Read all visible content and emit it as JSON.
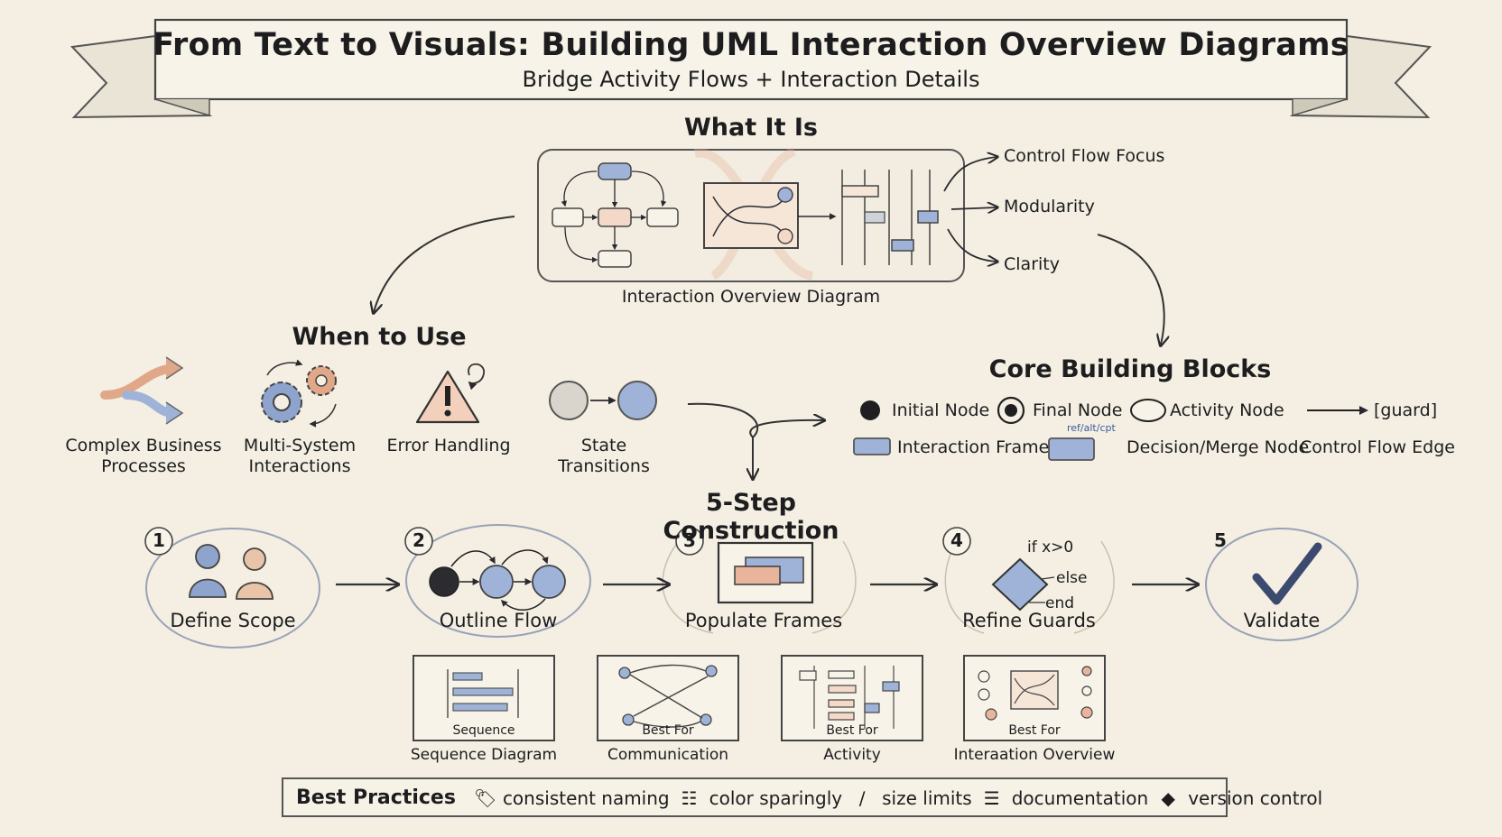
{
  "title": "From Text to Visuals: Building UML Interaction Overview Diagrams",
  "subtitle": "Bridge Activity Flows + Interaction Details",
  "what_it_is": {
    "heading": "What It Is",
    "caption": "Interaction Overview Diagram",
    "features": [
      "Control Flow Focus",
      "Modularity",
      "Clarity"
    ]
  },
  "when_to_use": {
    "heading": "When to Use",
    "items": [
      {
        "label_line1": "Complex Business",
        "label_line2": "Processes",
        "icon": "branching-arrows-icon"
      },
      {
        "label_line1": "Multi-System",
        "label_line2": "Interactions",
        "icon": "gears-icon"
      },
      {
        "label_line1": "Error Handling",
        "label_line2": "",
        "icon": "warning-icon"
      },
      {
        "label_line1": "State",
        "label_line2": "Transitions",
        "icon": "state-transition-icon"
      }
    ]
  },
  "core_blocks": {
    "heading": "Core Building Blocks",
    "initial_node": "Initial Node",
    "final_node": "Final Node",
    "activity_node": "Activity Node",
    "guard": "[guard]",
    "interaction_frame": "Interaction Frame",
    "frame_ops": "ref/alt/cpt",
    "decision_merge": "Decision/Merge Node",
    "control_flow_edge": "Control Flow Edge"
  },
  "construction": {
    "heading": "5-Step Construction",
    "steps": [
      {
        "num": "1",
        "label": "Define Scope"
      },
      {
        "num": "2",
        "label": "Outline Flow"
      },
      {
        "num": "3",
        "label": "Populate Frames"
      },
      {
        "num": "4",
        "label": "Refine Guards"
      },
      {
        "num": "5",
        "label": "Validate"
      }
    ],
    "guard_if": "if x>0",
    "guard_else": "else",
    "guard_end": "end"
  },
  "diagram_types": [
    {
      "inner": "Sequence",
      "caption": "Sequence Diagram"
    },
    {
      "inner": "Best For",
      "caption": "Communication"
    },
    {
      "inner": "Best For",
      "caption": "Activity"
    },
    {
      "inner": "Best For",
      "caption": "Interaation Overview"
    }
  ],
  "best_practices": {
    "heading": "Best Practices",
    "items": [
      {
        "label": "consistent naming",
        "icon": "tag-icon"
      },
      {
        "label": "color sparingly",
        "icon": "clipboard-icon"
      },
      {
        "label": "size limits",
        "icon": "ruler-icon"
      },
      {
        "label": "documentation",
        "icon": "document-icon"
      },
      {
        "label": "version control",
        "icon": "diamond-icon"
      }
    ]
  },
  "colors": {
    "ink": "#2a2a2e",
    "blue": "#9fb3d8",
    "peach": "#e8b59c",
    "paper": "#f4efe2"
  }
}
